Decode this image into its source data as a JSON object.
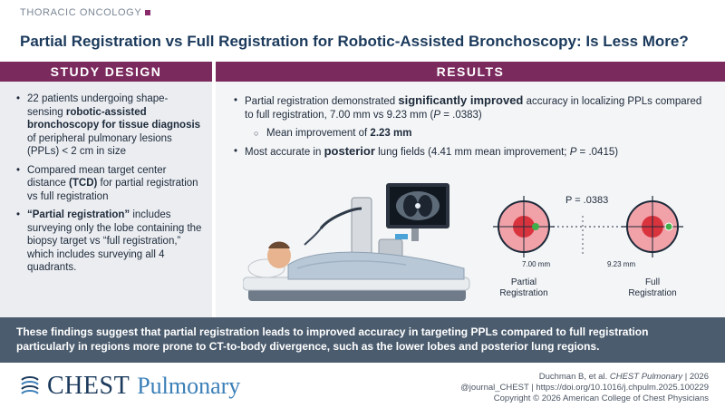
{
  "header": {
    "kicker": "THORACIC ONCOLOGY",
    "title": "Partial Registration vs Full Registration for Robotic-Assisted Bronchoscopy: Is Less More?"
  },
  "study_design": {
    "heading": "STUDY DESIGN",
    "items": [
      {
        "p1": "22 patients undergoing shape-sensing ",
        "b1": "robotic-assisted bronchoscopy for tissue diagnosis",
        "p2": " of peripheral pulmonary lesions (PPLs) < 2 cm in size"
      },
      {
        "p1": "Compared mean target center distance ",
        "b1": "(TCD)",
        "p2": " for partial registration vs full registration"
      },
      {
        "b1": "“Partial registration”",
        "p1": " includes surveying only the lobe containing the biopsy target vs “full registration,” which includes surveying all 4 quadrants."
      }
    ]
  },
  "results": {
    "heading": "RESULTS",
    "item1": {
      "p1": "Partial registration demonstrated ",
      "b1": "significantly improved",
      "p2": " accuracy in localizing PPLs compared to full registration, 7.00 mm vs 9.23 mm (",
      "it1": "P",
      "p3": " = .0383)"
    },
    "sub1": {
      "p1": "Mean improvement of ",
      "b1": "2.23 mm"
    },
    "item2": {
      "p1": "Most accurate in ",
      "b1": "posterior",
      "p2": " lung fields (4.41 mm mean improvement; ",
      "it1": "P",
      "p3": " = .0415)"
    },
    "figure": {
      "p_label": "P = .0383",
      "partial_distance": "7.00 mm",
      "full_distance": "9.23 mm",
      "partial_line1": "Partial",
      "partial_line2": "Registration",
      "full_line1": "Full",
      "full_line2": "Registration"
    }
  },
  "banner": {
    "text": "These findings suggest that partial registration leads to improved accuracy in targeting PPLs compared to full registration particularly in regions more prone to CT-to-body divergence, such as the lower lobes and posterior lung regions."
  },
  "footer": {
    "logo_chest": "CHEST",
    "logo_pulmonary": "Pulmonary",
    "citation_authors": "Duchman B, et al.",
    "citation_journal": "CHEST Pulmonary",
    "citation_year": "| 2026",
    "citation_line2": "@journal_CHEST | https://doi.org/10.1016/j.chpulm.2025.100229",
    "citation_line3": "Copyright © 2026 American College of Chest Physicians"
  },
  "colors": {
    "title_navy": "#1b3a5c",
    "header_plum": "#7b2a5e",
    "banner_slate": "#4b5c6e",
    "target_red": "#d9343e",
    "target_pink": "#f1a2a8",
    "marker_green": "#3fae49",
    "logo_blue": "#3a7fb8"
  },
  "icons": [
    "crosshair-target-icon",
    "chest-logo-mark-icon",
    "robot-bronchoscopy-illustration"
  ]
}
